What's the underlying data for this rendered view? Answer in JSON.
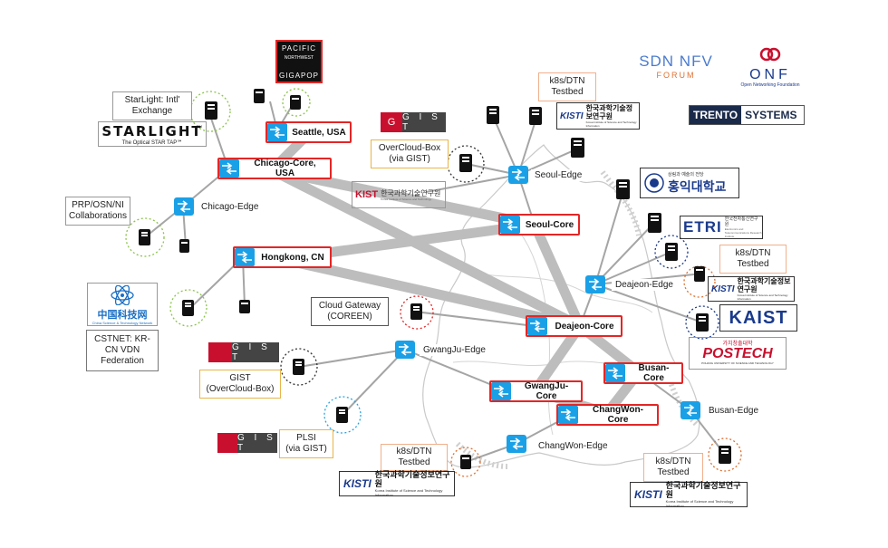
{
  "core_nodes": {
    "seattle": "Seattle, USA",
    "chicago": "Chicago-Core, USA",
    "hongkong": "Hongkong, CN",
    "seoul": "Seoul-Core",
    "deajeon": "Deajeon-Core",
    "busan": "Busan-Core",
    "gwangju": "GwangJu-Core",
    "changwon": "ChangWon-Core"
  },
  "edge_nodes": {
    "chicago_edge": "Chicago-Edge",
    "seoul_edge": "Seoul-Edge",
    "deajeon_edge": "Deajeon-Edge",
    "gwangju_edge": "GwangJu-Edge",
    "busan_edge": "Busan-Edge",
    "changwon_edge": "ChangWon-Edge"
  },
  "sites": {
    "starlight_line1": "StarLight: Intl'",
    "starlight_line2": "Exchange",
    "prp_line1": "PRP/OSN/NI",
    "prp_line2": "Collaborations",
    "cstnet_line1": "CSTNET: KR-",
    "cstnet_line2": "CN VDN",
    "cstnet_line3": "Federation",
    "overcloud_line1": "OverCloud-Box",
    "overcloud_line2": "(via GIST)",
    "k8s_top_line1": "k8s/DTN",
    "k8s_top_line2": "Testbed",
    "cloud_gw_line1": "Cloud Gateway",
    "cloud_gw_line2": "(COREEN)",
    "gist_line1": "GIST",
    "gist_line2": "(OverCloud-Box)",
    "plsi_line1": "PLSI",
    "plsi_line2": "(via GIST)",
    "k8s_right_line1": "k8s/DTN",
    "k8s_right_line2": "Testbed",
    "k8s_bottom_line1": "k8s/DTN",
    "k8s_bottom_line2": "Testbed",
    "k8s_br_line1": "k8s/DTN",
    "k8s_br_line2": "Testbed"
  },
  "logos": {
    "pacific_line1": "PACIFIC",
    "pacific_line2": "NORTHWEST",
    "pacific_line3": "GIGAPOP",
    "starlight": "STARLIGHT",
    "starlight_tm": "TM",
    "starlight_sub": "The Optical STAR TAP℠",
    "gist": "G I S T",
    "kisti": "KISTI",
    "kisti_kr": "한국과학기술정보연구원",
    "kisti_en": "Korea Institute of Science and Technology Information",
    "kist": "KIST",
    "kist_kr": "한국과학기술연구원",
    "kist_en": "Korea Institute of Science and Technology",
    "hongik_small": "상림과 예술의 전당",
    "hongik": "홍익대학교",
    "etri": "ETRI",
    "etri_kr": "한국전자통신연구원",
    "etri_en": "Electronics and Telecommunications Research Institute",
    "kaist": "KAIST",
    "postech_kr": "가치창출대학",
    "postech": "POSTECH",
    "postech_en": "POHANG UNIVERSITY OF SCIENCE AND TECHNOLOGY",
    "cstnet": "中国科技网",
    "cstnet_en": "China Science & Technology Network",
    "sdnnfv_line1": "SDN NFV",
    "sdnnfv_line2": "FORUM",
    "onf": "ONF",
    "onf_sub": "Open Networking Foundation",
    "trento_a": "TRENTO",
    "trento_b": "SYSTEMS"
  },
  "colors": {
    "core_border": "#e32626",
    "switch_fill": "#1aa0e6",
    "trunk": "#b8b8b8",
    "map_outline": "#bdbdbd"
  }
}
